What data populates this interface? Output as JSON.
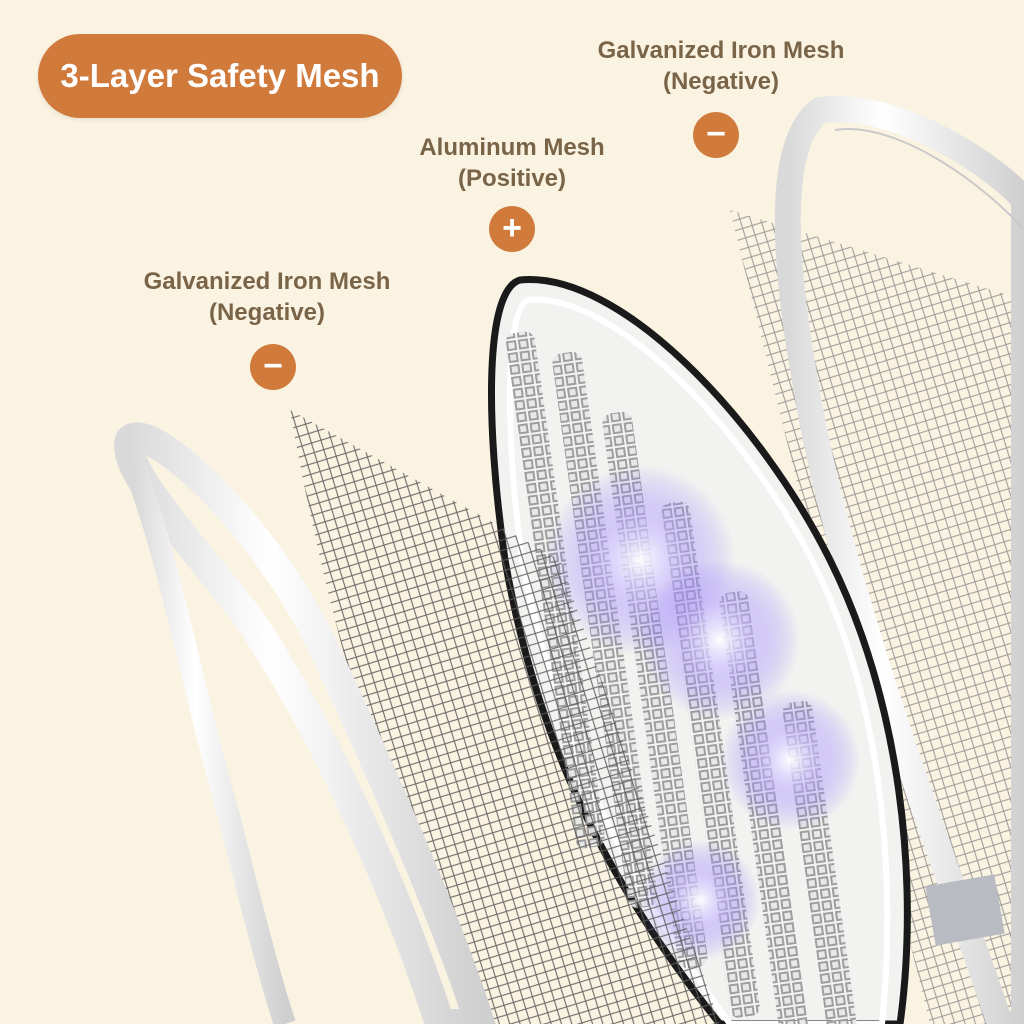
{
  "title": "3-Layer Safety Mesh",
  "layers": [
    {
      "name": "Galvanized Iron Mesh",
      "polarity": "(Negative)",
      "sign": "−"
    },
    {
      "name": "Aluminum Mesh",
      "polarity": "(Positive)",
      "sign": "+"
    },
    {
      "name": "Galvanized Iron Mesh",
      "polarity": "(Negative)",
      "sign": "−"
    }
  ],
  "colors": {
    "accent": "#d07a3c",
    "label": "#7a6448",
    "background": "#fbf3e2",
    "frame": "#ffffff"
  }
}
